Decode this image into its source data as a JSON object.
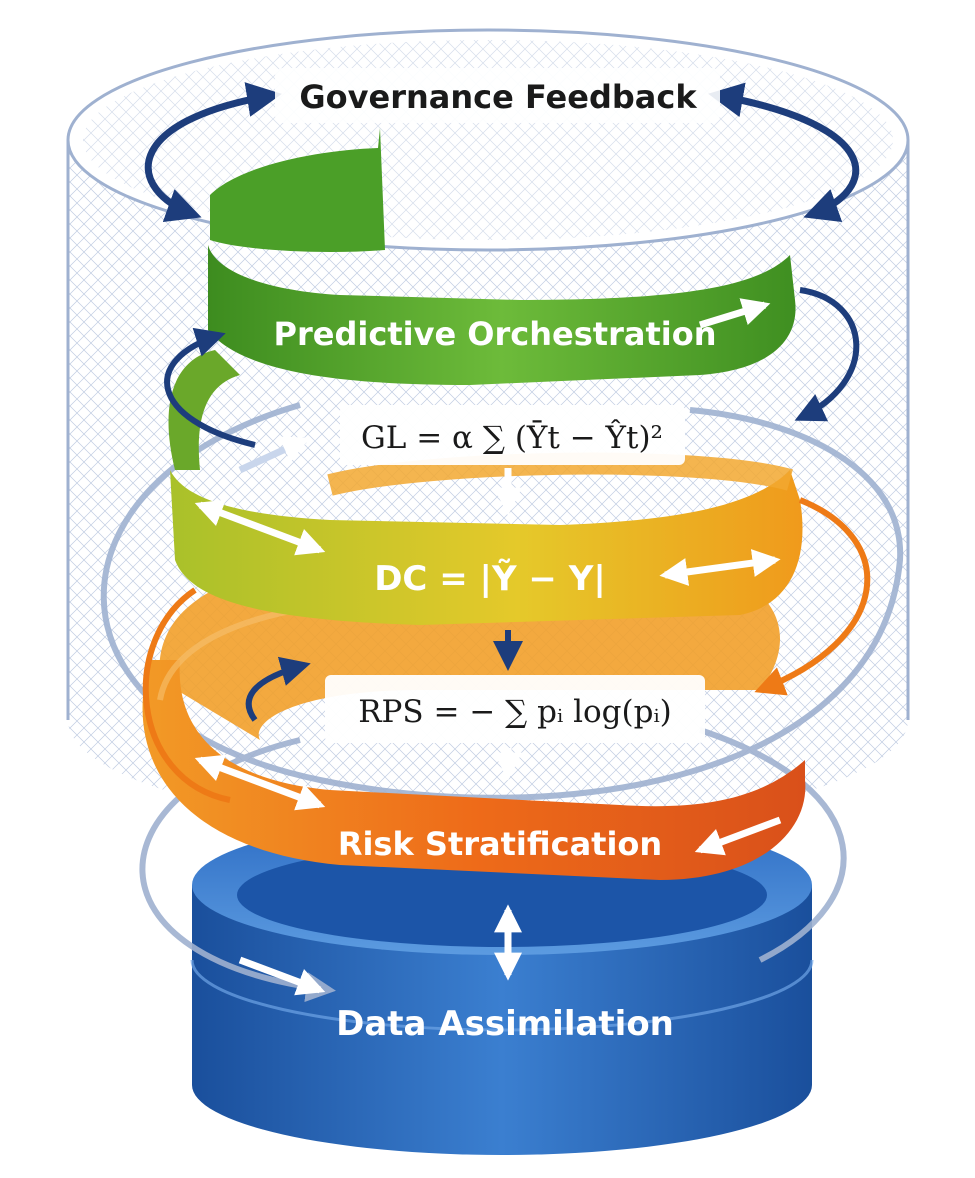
{
  "layers": {
    "governance": "Governance Feedback",
    "predictive": "Predictive Orchestration",
    "risk": "Risk Stratification",
    "data": "Data Assimilation"
  },
  "equations": {
    "gl": "GL = α ∑ (Ȳt − Ŷt)²",
    "dc": "DC = |Ỹ − Y|",
    "rps": "RPS = − ∑ pᵢ log(pᵢ)"
  },
  "colors": {
    "green": "#4f9e2a",
    "yellow": "#c3c21e",
    "orange": "#ee7a16",
    "red_orange": "#e05a16",
    "blue": "#1f5fb4",
    "navy_arrow": "#1d3d7c",
    "mesh": "#9fb1d0"
  }
}
